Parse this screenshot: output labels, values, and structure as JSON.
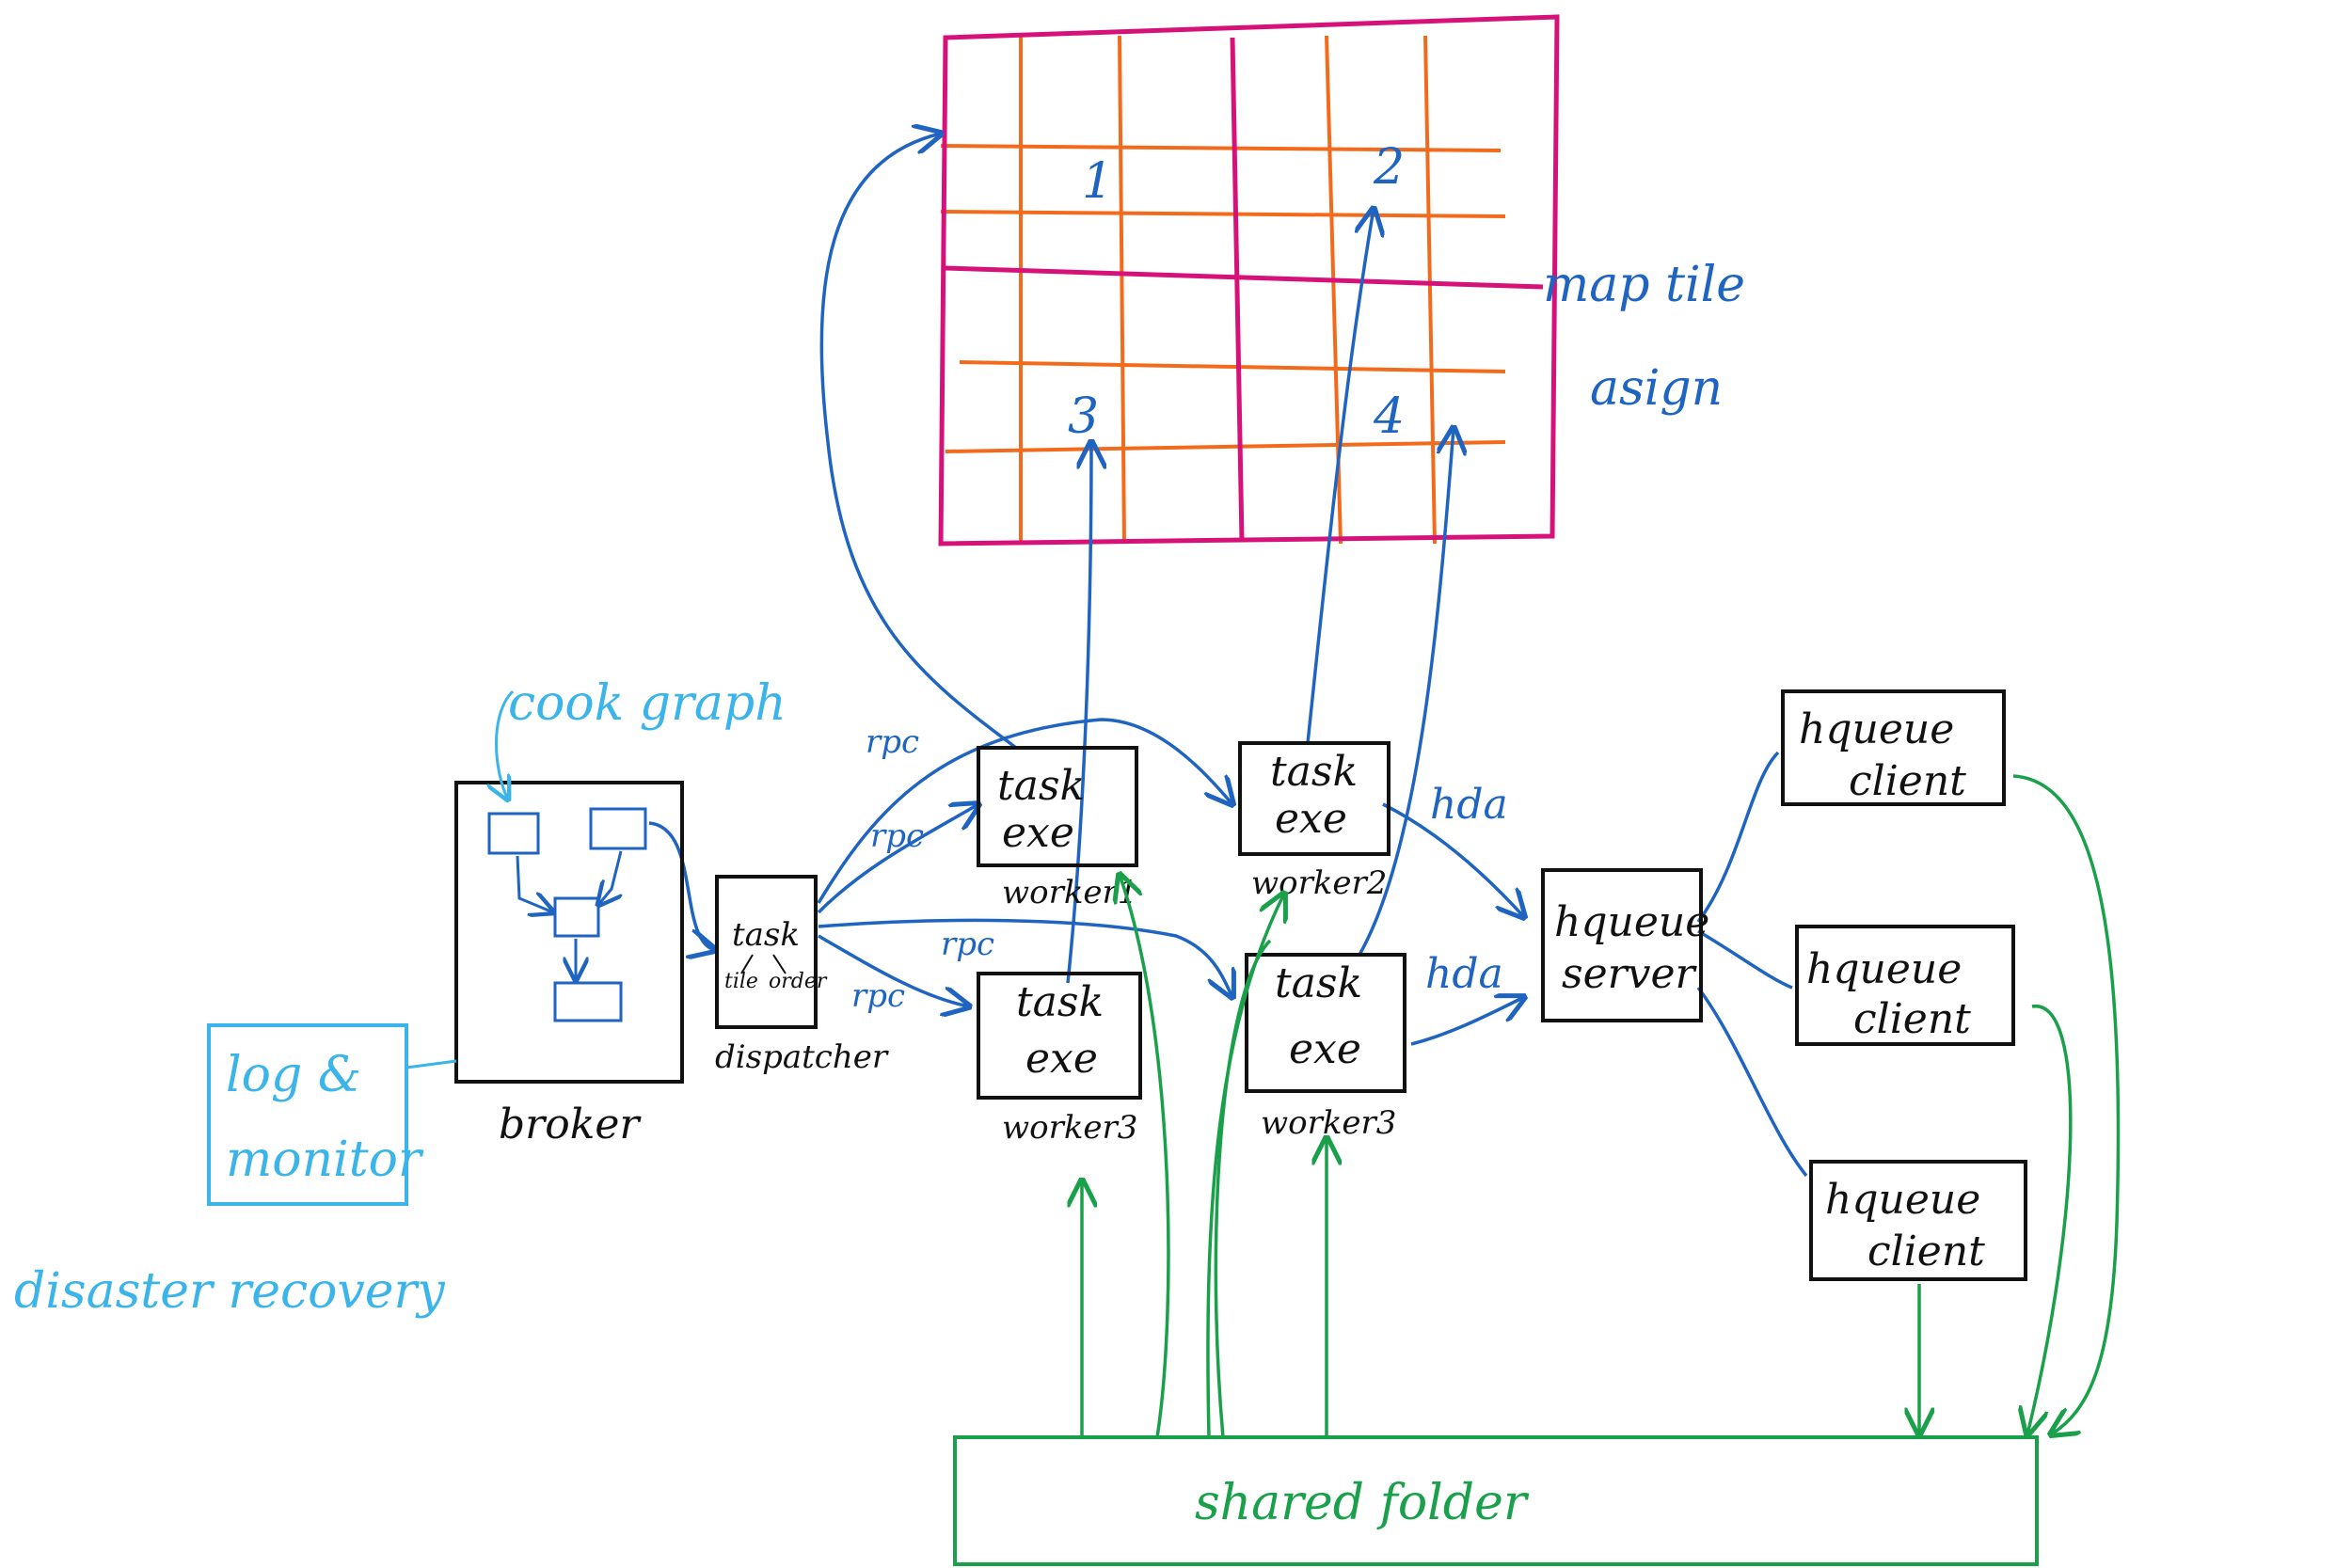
{
  "colors": {
    "grid_major": "#d6127a",
    "grid_minor": "#f26b1d",
    "blue": "#1e64c0",
    "cyan": "#3bb4ea",
    "green": "#1aa04a",
    "ink": "#111111"
  },
  "map": {
    "label_line1": "map tile",
    "label_line2": "asign",
    "tiles": [
      "1",
      "2",
      "3",
      "4"
    ]
  },
  "broker": {
    "label": "broker",
    "cook_graph": "cook graph"
  },
  "dispatcher": {
    "label": "dispatcher",
    "inner_title": "task",
    "inner_left": "tile",
    "inner_right": "order"
  },
  "workers": [
    {
      "line1": "task",
      "line2": "exe",
      "label": "worker1"
    },
    {
      "line1": "task",
      "line2": "exe",
      "label": "worker2"
    },
    {
      "line1": "task",
      "line2": "exe",
      "label": "worker3"
    },
    {
      "line1": "task",
      "line2": "exe",
      "label": "worker3"
    }
  ],
  "edge_labels": {
    "rpc": "rpc",
    "hda": "hda"
  },
  "server": {
    "line1": "hqueue",
    "line2": "server"
  },
  "clients": [
    {
      "line1": "hqueue",
      "line2": "client"
    },
    {
      "line1": "hqueue",
      "line2": "client"
    },
    {
      "line1": "hqueue",
      "line2": "client"
    }
  ],
  "log": {
    "line1": "log &",
    "line2": "monitor",
    "disaster": "disaster recovery"
  },
  "shared": {
    "label": "shared folder"
  }
}
